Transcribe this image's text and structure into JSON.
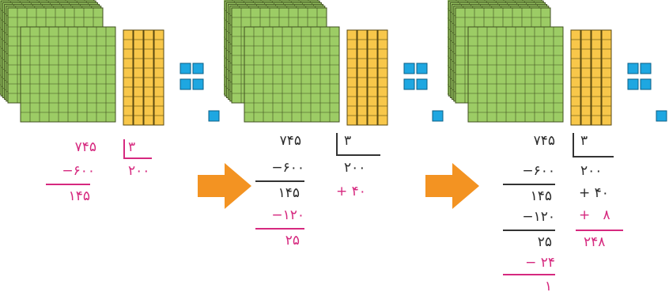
{
  "colors": {
    "hundred_block": "#9ccc65",
    "ten_rod": "#f8c74a",
    "unit_cube": "#1ea7e1",
    "grid_line": "#3f4f1f",
    "arrow": "#f39322",
    "ink_dark": "#2b2b2b",
    "ink_pink": "#d6297f"
  },
  "blocks": {
    "hundreds": 7,
    "tens": 4,
    "ones": 5
  },
  "steps": [
    {
      "dividend": "۷۴۵",
      "divisor": "۳",
      "lines": [
        "−۶۰۰",
        "۱۴۵"
      ],
      "quotient": [
        "۲۰۰"
      ]
    },
    {
      "dividend": "۷۴۵",
      "divisor": "۳",
      "lines": [
        "−۶۰۰",
        "۱۴۵",
        "−۱۲۰",
        "۲۵"
      ],
      "quotient": [
        "۲۰۰",
        "+ ۴۰"
      ]
    },
    {
      "dividend": "۷۴۵",
      "divisor": "۳",
      "lines": [
        "−۶۰۰",
        "۱۴۵",
        "−۱۲۰",
        "۲۵",
        "− ۲۴",
        "۱"
      ],
      "quotient": [
        "۲۰۰",
        "+ ۴۰",
        "+   ۸",
        "۲۴۸"
      ]
    }
  ]
}
